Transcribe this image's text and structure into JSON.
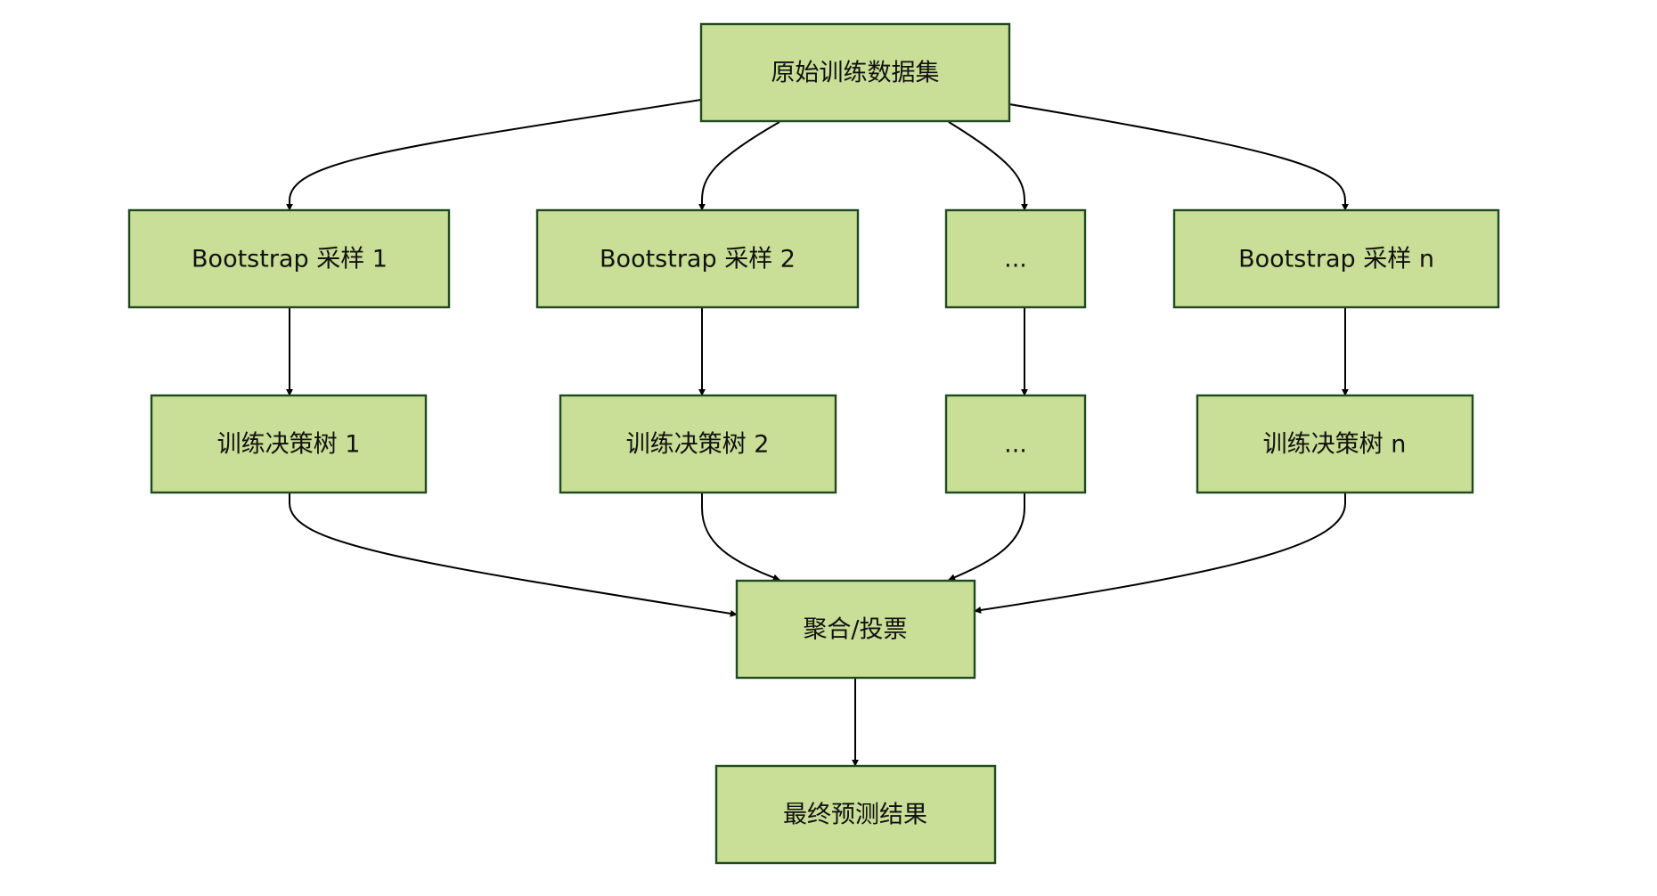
{
  "diagram": {
    "type": "flowchart",
    "colors": {
      "node_fill": "#c9de96",
      "node_border": "#1f4a1f",
      "edge": "#000000",
      "text": "#111111",
      "background": "#ffffff"
    },
    "nodes": [
      {
        "id": "dataset",
        "label": "原始训练数据集"
      },
      {
        "id": "bs1",
        "label": "Bootstrap 采样 1"
      },
      {
        "id": "bs2",
        "label": "Bootstrap 采样 2"
      },
      {
        "id": "bsdots",
        "label": "..."
      },
      {
        "id": "bsn",
        "label": "Bootstrap 采样 n"
      },
      {
        "id": "tree1",
        "label": "训练决策树 1"
      },
      {
        "id": "tree2",
        "label": "训练决策树 2"
      },
      {
        "id": "treedots",
        "label": "..."
      },
      {
        "id": "treen",
        "label": "训练决策树 n"
      },
      {
        "id": "aggregate",
        "label": "聚合/投票"
      },
      {
        "id": "result",
        "label": "最终预测结果"
      }
    ],
    "edges": [
      {
        "from": "dataset",
        "to": "bs1"
      },
      {
        "from": "dataset",
        "to": "bs2"
      },
      {
        "from": "dataset",
        "to": "bsdots"
      },
      {
        "from": "dataset",
        "to": "bsn"
      },
      {
        "from": "bs1",
        "to": "tree1"
      },
      {
        "from": "bs2",
        "to": "tree2"
      },
      {
        "from": "bsdots",
        "to": "treedots"
      },
      {
        "from": "bsn",
        "to": "treen"
      },
      {
        "from": "tree1",
        "to": "aggregate"
      },
      {
        "from": "tree2",
        "to": "aggregate"
      },
      {
        "from": "treedots",
        "to": "aggregate"
      },
      {
        "from": "treen",
        "to": "aggregate"
      },
      {
        "from": "aggregate",
        "to": "result"
      }
    ]
  }
}
